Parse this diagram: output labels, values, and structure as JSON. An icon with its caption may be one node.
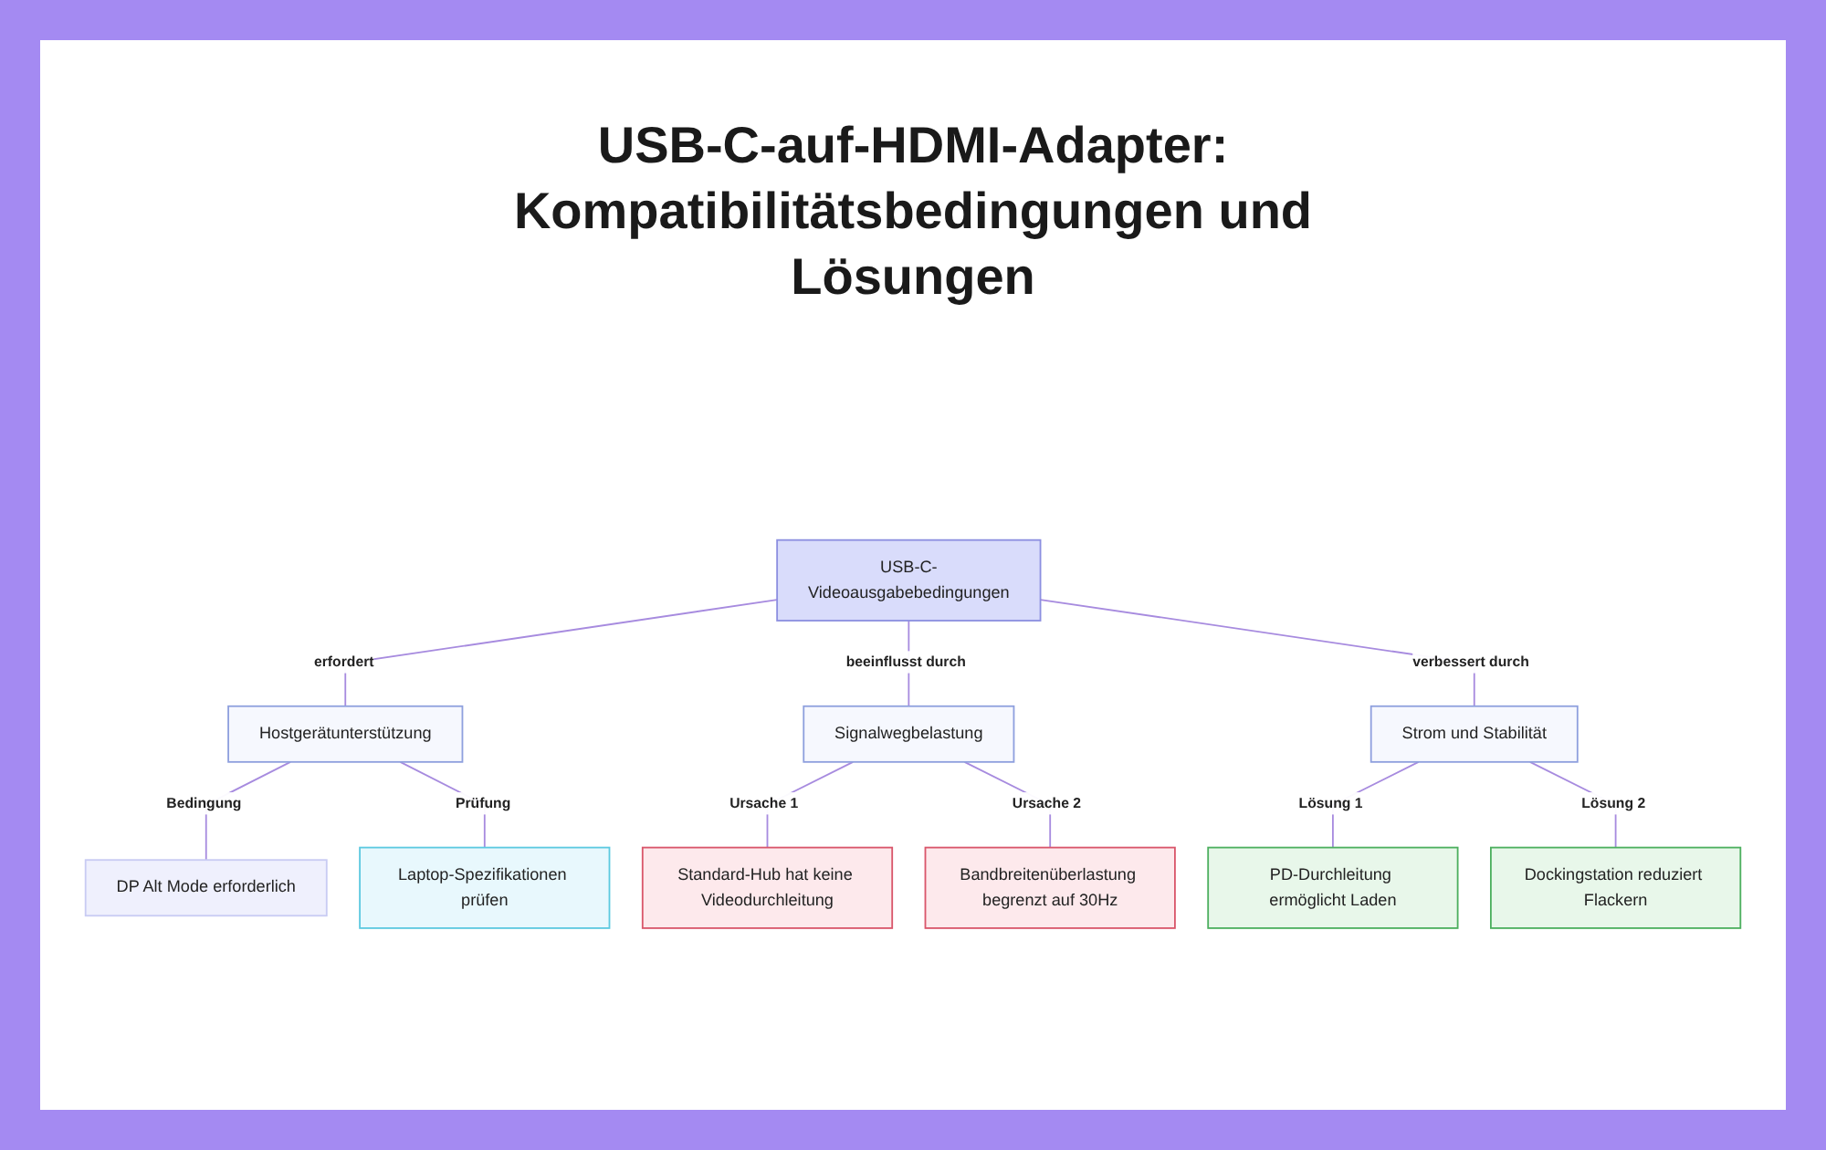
{
  "diagram": {
    "title": "USB-C-auf-HDMI-Adapter: Kompatibilitätsbedingungen und Lösungen",
    "nodes": [
      {
        "text": [
          "USB-C-Videoausgabebedingungen"
        ]
      },
      {
        "text": [
          "Hostgerätunterstützung"
        ]
      },
      {
        "text": [
          "Signalwegbelastung"
        ]
      },
      {
        "text": [
          "Strom und Stabilität"
        ]
      },
      {
        "text": [
          "DP Alt Mode erforderlich"
        ]
      },
      {
        "text": [
          "Laptop-Spezifikationen prüfen"
        ]
      },
      {
        "text": [
          "Standard-Hub hat keine Videodurchleitung"
        ]
      },
      {
        "text": [
          "Bandbreitenüberlastung begrenzt auf 30Hz"
        ]
      },
      {
        "text": [
          "PD-Durchleitung ermöglicht Laden"
        ]
      },
      {
        "text": [
          "Dockingstation reduziert Flackern"
        ]
      }
    ],
    "edges": [
      {
        "from": 0,
        "to": 1,
        "arrow": "none",
        "label": "erfordert"
      },
      {
        "from": 0,
        "to": 2,
        "arrow": "none",
        "label": "beeinflusst durch"
      },
      {
        "from": 0,
        "to": 3,
        "arrow": "none",
        "label": "verbessert durch"
      },
      {
        "from": 1,
        "to": 4,
        "arrow": "none",
        "label": "Bedingung"
      },
      {
        "from": 1,
        "to": 5,
        "arrow": "none",
        "label": "Prüfung"
      },
      {
        "from": 2,
        "to": 6,
        "arrow": "none",
        "label": "Ursache 1"
      },
      {
        "from": 2,
        "to": 7,
        "arrow": "none",
        "label": "Ursache 2"
      },
      {
        "from": 3,
        "to": 8,
        "arrow": "none",
        "label": "Lösung 1"
      },
      {
        "from": 3,
        "to": 9,
        "arrow": "none",
        "label": "Lösung 2"
      }
    ]
  }
}
